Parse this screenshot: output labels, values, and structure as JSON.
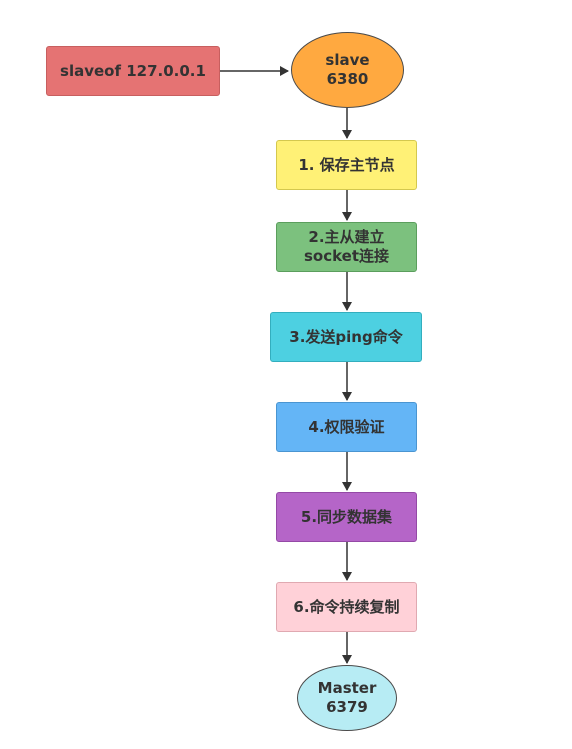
{
  "diagram": {
    "command": "slaveof 127.0.0.1",
    "slave": "slave\n6380",
    "steps": [
      "1. 保存主节点",
      "2.主从建立\nsocket连接",
      "3.发送ping命令",
      "4.权限验证",
      "5.同步数据集",
      "6.命令持续复制"
    ],
    "master": "Master\n6379"
  },
  "colors": {
    "command": "#e57373",
    "slave": "#ffa940",
    "step1": "#fff176",
    "step2": "#7cc17e",
    "step3": "#4dd0e1",
    "step4": "#64b5f6",
    "step5": "#b565c8",
    "step6": "#ffd1d8",
    "master": "#b7ecf4",
    "arrow": "#333333"
  }
}
